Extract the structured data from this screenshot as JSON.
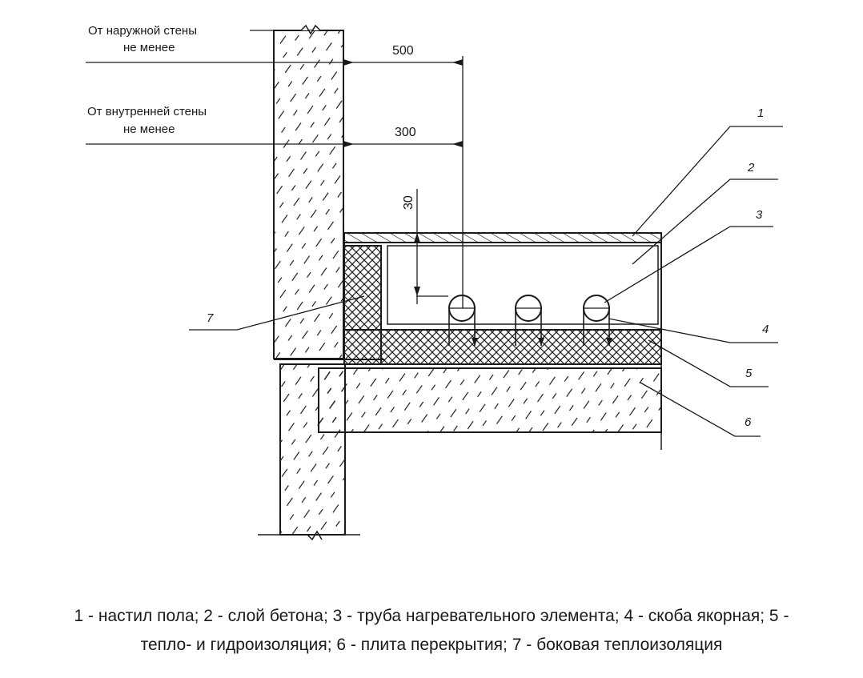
{
  "labels": {
    "outer_wall_line1": "От наружной стены",
    "outer_wall_line2": "не менее",
    "inner_wall_line1": "От внутренней стены",
    "inner_wall_line2": "не менее",
    "dim_500": "500",
    "dim_300": "300",
    "dim_30": "30",
    "callout_1": "1",
    "callout_2": "2",
    "callout_3": "3",
    "callout_4": "4",
    "callout_5": "5",
    "callout_6": "6",
    "callout_7": "7"
  },
  "caption": {
    "line1": "1 - настил пола; 2 - слой бетона; 3 - труба нагревательного элемента; 4 - скоба якорная; 5 -",
    "line2": "тепло- и гидроизоляция; 6 - плита перекрытия; 7 - боковая теплоизоляция"
  },
  "colors": {
    "ink": "#1a1a1a",
    "background": "#ffffff"
  }
}
